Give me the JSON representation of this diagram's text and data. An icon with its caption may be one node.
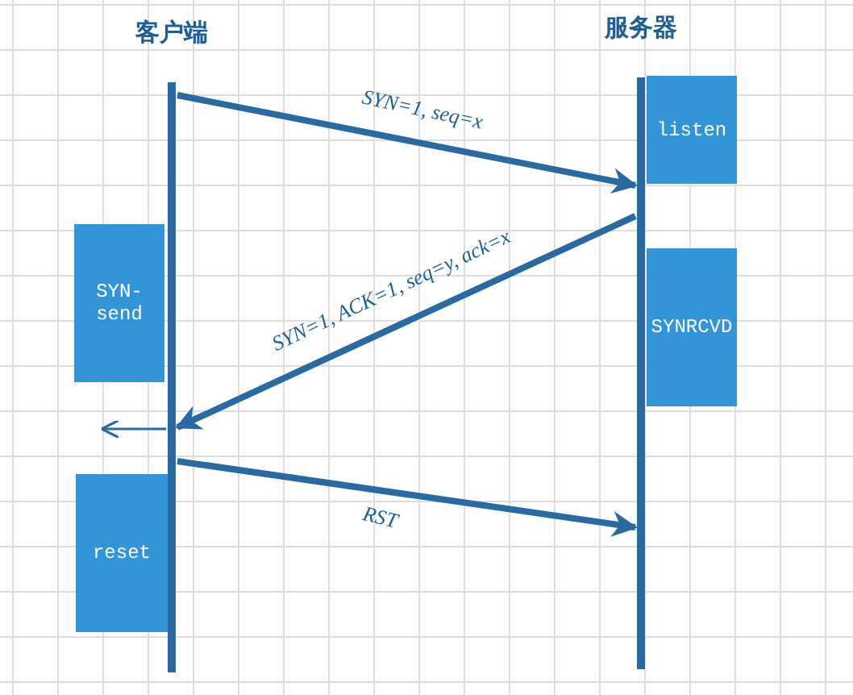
{
  "diagram": {
    "nodes": [
      {
        "text": [
          "客户端"
        ]
      },
      {
        "text": [
          "服务器"
        ]
      },
      {
        "text": [
          "listen"
        ]
      },
      {
        "text": [
          "SYNRCVD"
        ]
      },
      {
        "text": [
          "SYN-send"
        ]
      },
      {
        "text": [
          "reset"
        ]
      }
    ],
    "edges": [
      {
        "from": 0,
        "to": 1,
        "arrow": "to",
        "label": "SYN=1, seq=x"
      },
      {
        "from": 1,
        "to": 0,
        "arrow": "to",
        "label": "SYN=1, ACK=1, seq=y, ack=x"
      },
      {
        "from": 0,
        "to": null,
        "arrow": "to"
      },
      {
        "from": 0,
        "to": 1,
        "arrow": "to",
        "label": "RST"
      }
    ]
  }
}
